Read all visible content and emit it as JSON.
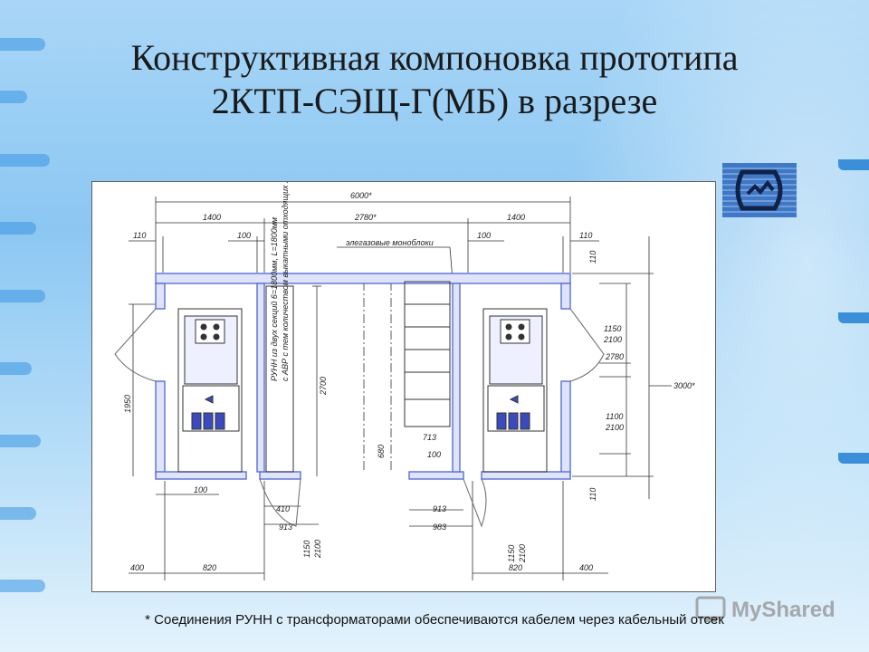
{
  "slide": {
    "title_line1": "Конструктивная компоновка прототипа",
    "title_line2": "2КТП-СЭЩ-Г(МБ) в разрезе",
    "footnote": "* Соединения РУНН с трансформаторами обеспечиваются кабелем через кабельный отсек",
    "watermark": "MyShared"
  },
  "drawing": {
    "label_monoblock": "элегазовые моноблоки",
    "label_runn": "РУНН из двух секций 6=1800мм,  L=1800мм",
    "label_runn2": "с АВР с тем количеством выкатными отходящих линий",
    "dims": {
      "total_width": "6000*",
      "left_bay": "1400",
      "center_bay": "2780*",
      "right_bay": "1400",
      "wall_left": "110",
      "wall_right": "110",
      "gap_left": "100",
      "gap_center_left": "100",
      "gap_center_right": "100",
      "wall_top": "110",
      "wall_bottom": "110",
      "height_inner": "2700",
      "height_left_door": "1950",
      "right_1150a": "1150",
      "right_2100a": "2100",
      "right_2780": "2780",
      "right_3000": "3000*",
      "right_1100": "1100",
      "right_2100b": "2100",
      "d713": "713",
      "d100c": "100",
      "d680": "680",
      "d100b": "100",
      "d410": "410",
      "d913a": "913",
      "d913b": "913",
      "d983": "983",
      "d1150": "1150",
      "d2100": "2100",
      "d1150b": "1150",
      "d2100b": "2100",
      "b400l": "400",
      "b820l": "820",
      "b820r": "820",
      "b400r": "400"
    }
  },
  "colors": {
    "wall": "#5a6ed8",
    "line": "#333333",
    "door": "#666666"
  }
}
